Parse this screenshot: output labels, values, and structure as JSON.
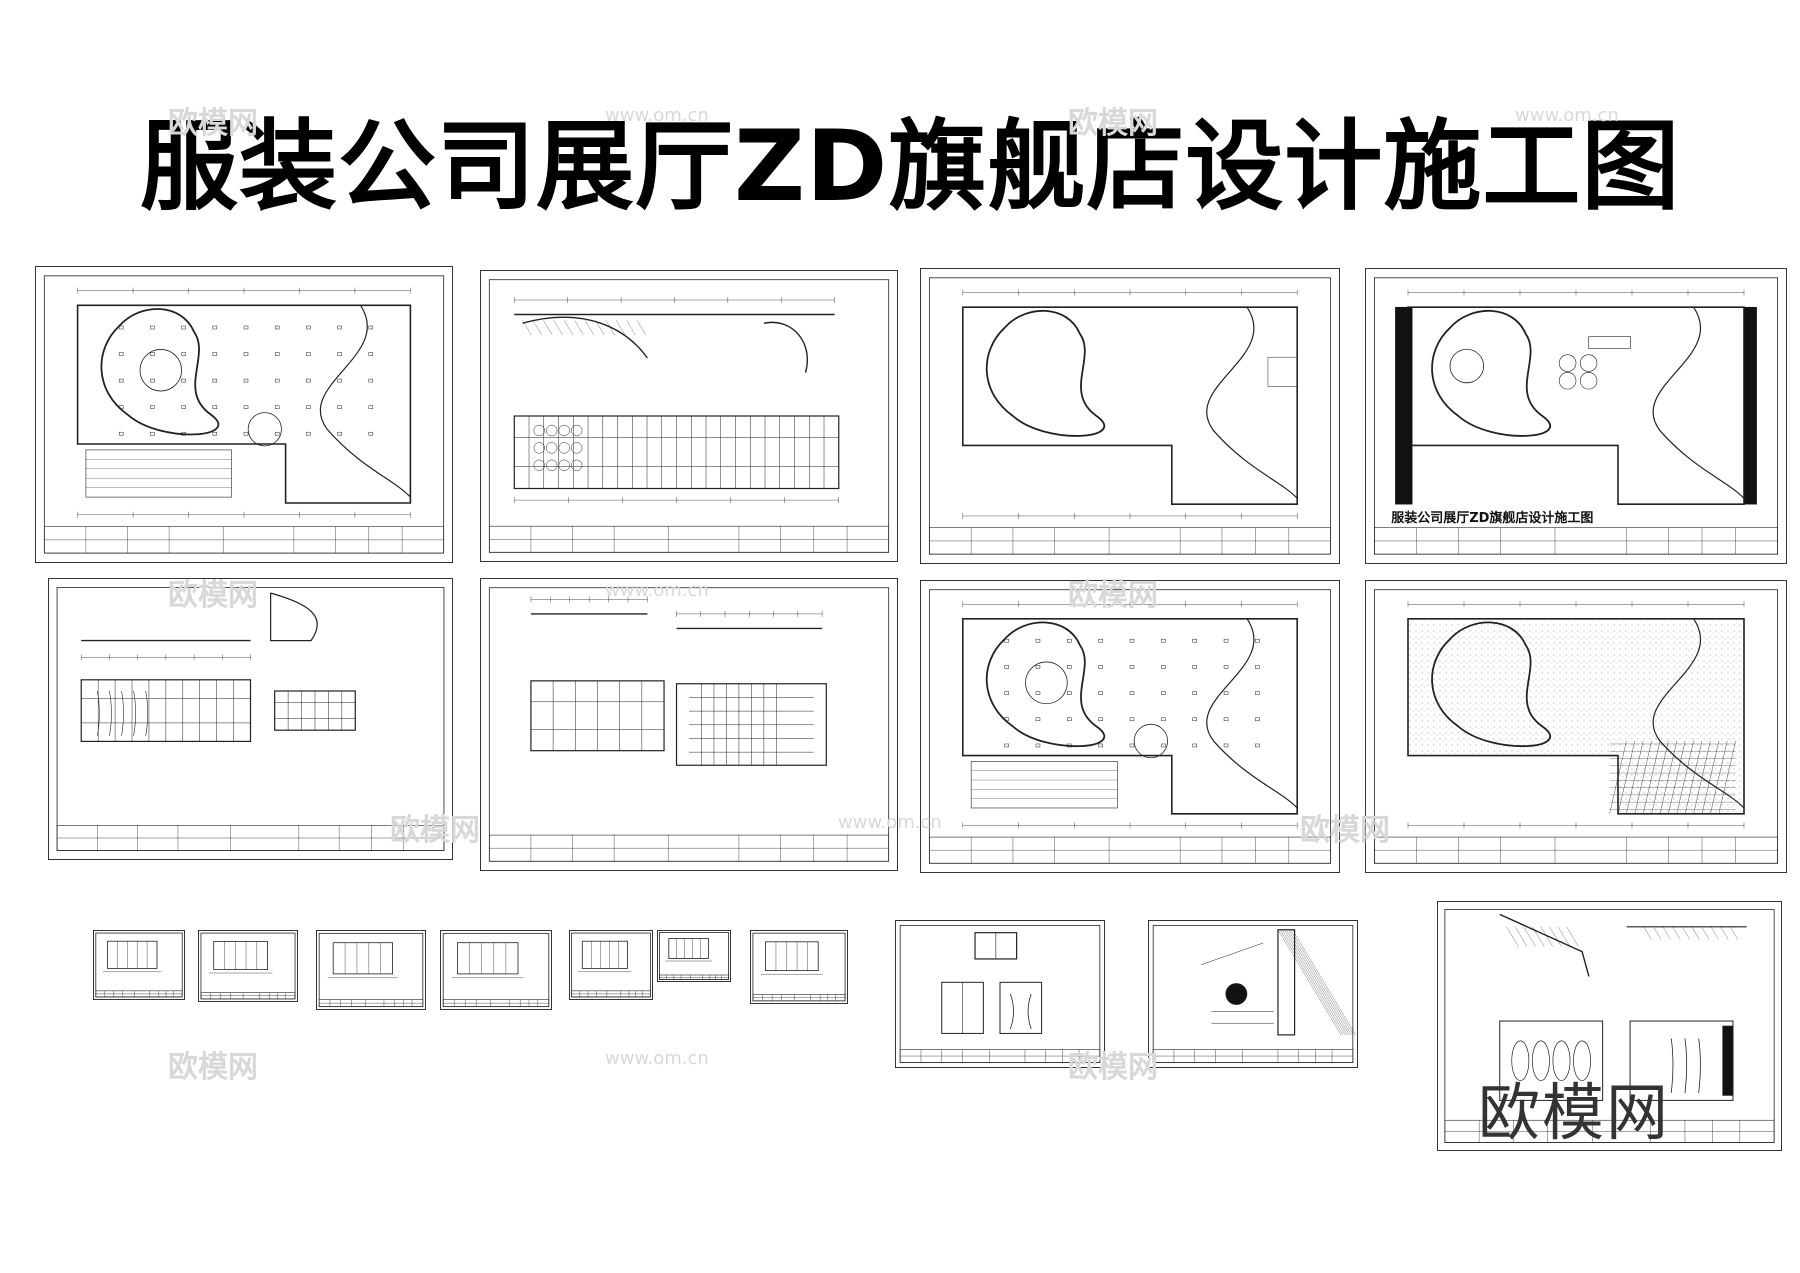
{
  "title": "服装公司展厅ZD旗舰店设计施工图",
  "sheet_caption": "服装公司展厅ZD旗舰店设计施工图",
  "watermark_cn": "欧模网",
  "watermark_url": "www.om.cn",
  "brand": "欧模网",
  "sheets": [
    {
      "kind": "ceiling"
    },
    {
      "kind": "elev-a"
    },
    {
      "kind": "plan-line"
    },
    {
      "kind": "plan-furniture"
    },
    {
      "kind": "elev-cf"
    },
    {
      "kind": "elev-bh"
    },
    {
      "kind": "ceiling"
    },
    {
      "kind": "floor"
    },
    {
      "kind": "detail"
    },
    {
      "kind": "detail"
    },
    {
      "kind": "detail"
    },
    {
      "kind": "detail"
    },
    {
      "kind": "detail"
    },
    {
      "kind": "detail"
    },
    {
      "kind": "detail"
    },
    {
      "kind": "door"
    },
    {
      "kind": "section"
    },
    {
      "kind": "elev-ed"
    }
  ]
}
